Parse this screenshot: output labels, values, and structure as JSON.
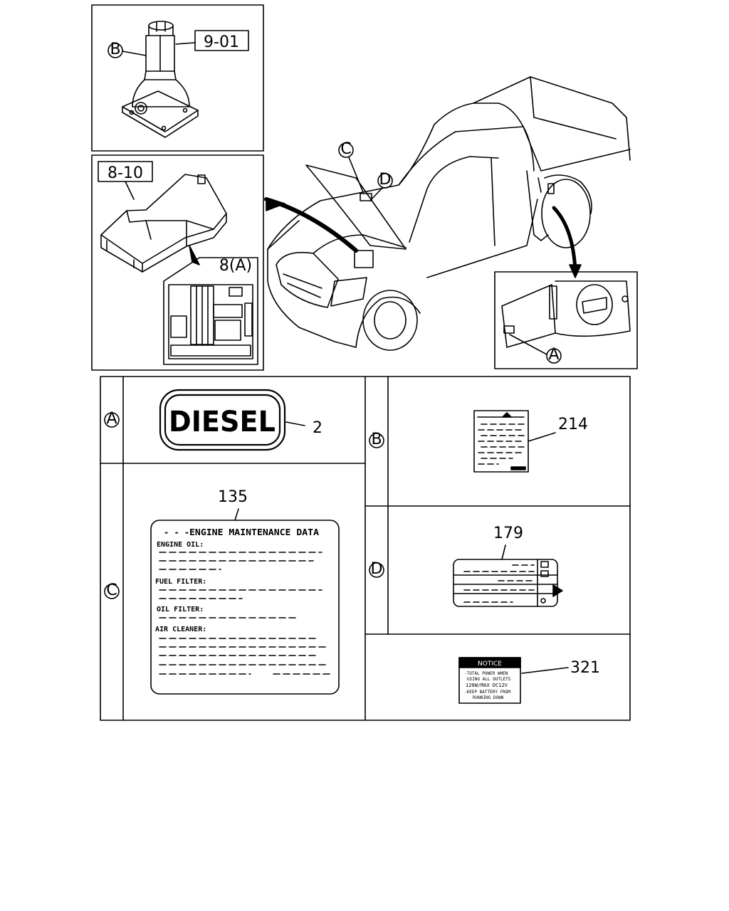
{
  "callouts": {
    "jack_ref": "9-01",
    "fusebox_ref": "8-10",
    "fuse_label_ref": "8(A)",
    "letter_A": "A",
    "letter_B": "B",
    "letter_C": "C",
    "letter_D": "D"
  },
  "labels": {
    "diesel": {
      "text": "DIESEL",
      "part": "2"
    },
    "label_214": {
      "part": "214"
    },
    "engine_maintenance": {
      "part": "135",
      "title": "ENGINE MAINTENANCE DATA",
      "rows": [
        "ENGINE OIL:",
        "FUEL FILTER:",
        "OIL FILTER:",
        "AIR CLEANER:"
      ]
    },
    "label_179": {
      "part": "179"
    },
    "notice": {
      "part": "321",
      "heading": "NOTICE",
      "lines": [
        "-TOTAL POWER WHEN",
        "USING ALL OUTLETS",
        "120W/MAX DC12V",
        "-KEEP BATTERY FROM",
        "RUNNING DOWN"
      ]
    }
  }
}
